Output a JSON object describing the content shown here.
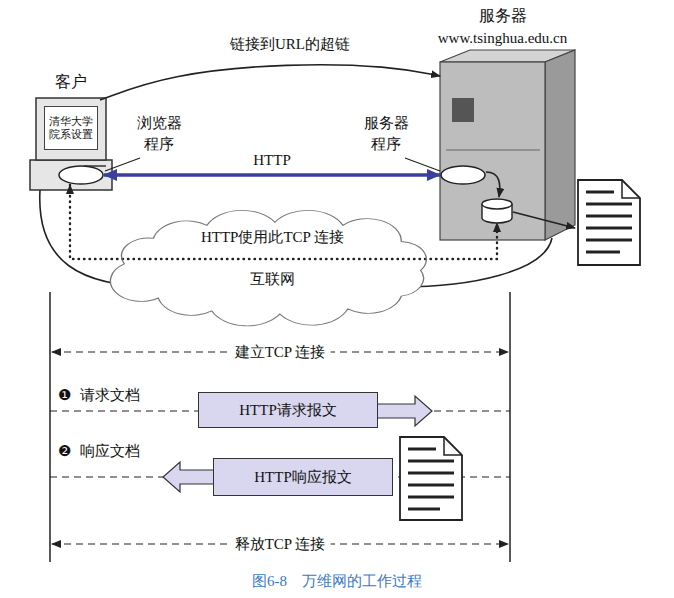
{
  "diagram": {
    "caption": "图6-8　万维网的工作过程",
    "nodes": [
      {
        "text": [
          "客户"
        ]
      },
      {
        "text": [
          "清华大学 院系设置"
        ],
        "in": 0
      },
      {
        "text": [
          "浏览器 程序"
        ]
      },
      {
        "text": [
          "服务器",
          "www.tsinghua.edu.cn"
        ]
      },
      {
        "text": [
          "服务器 程序"
        ]
      },
      {
        "text": [
          "HTTP使用此TCP 连接",
          "互联网"
        ]
      },
      {
        "text": [
          "HTTP请求报文"
        ]
      },
      {
        "text": [
          "HTTP响应报文"
        ]
      }
    ],
    "edges": [
      {
        "from": 0,
        "to": 3,
        "label": "链接到URL的超链",
        "arrow": "to"
      },
      {
        "from": 2,
        "to": 4,
        "label": "HTTP",
        "arrow": "both"
      },
      {
        "from": 2,
        "to": 3,
        "arrow": "both"
      }
    ],
    "labels": [
      "建立TCP 连接",
      "❶",
      "请求文档",
      "❷",
      "响应文档",
      "释放TCP 连接"
    ]
  }
}
